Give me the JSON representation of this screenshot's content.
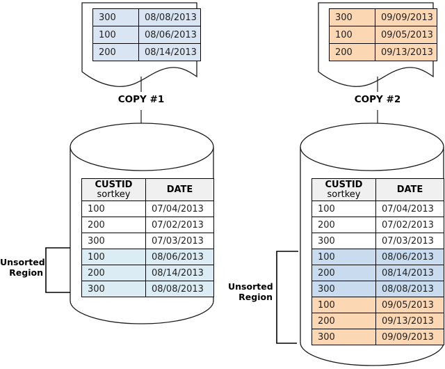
{
  "colors": {
    "border": "#000000",
    "header_bg": "#f0f0f0",
    "sorted": "#ffffff",
    "copy1": "#d9e5f2",
    "copy2": "#fbd7b4",
    "left_unsorted": "#dbecf4",
    "right_unsorted_prev": "#c9dbee",
    "right_unsorted_new": "#fbd7b4"
  },
  "copy1": {
    "label": "COPY #1",
    "rows": [
      {
        "custid": "300",
        "date": "08/08/2013",
        "region": "copy1"
      },
      {
        "custid": "100",
        "date": "08/06/2013",
        "region": "copy1"
      },
      {
        "custid": "200",
        "date": "08/14/2013",
        "region": "copy1"
      }
    ]
  },
  "copy2": {
    "label": "COPY #2",
    "rows": [
      {
        "custid": "300",
        "date": "09/09/2013",
        "region": "copy2"
      },
      {
        "custid": "100",
        "date": "09/05/2013",
        "region": "copy2"
      },
      {
        "custid": "200",
        "date": "09/13/2013",
        "region": "copy2"
      }
    ]
  },
  "left_cylinder": {
    "unsorted_label": "Unsorted Region",
    "header": {
      "col1_title": "CUSTID",
      "col1_subtitle": "sortkey",
      "col2_title": "DATE"
    },
    "rows": [
      {
        "custid": "100",
        "date": "07/04/2013",
        "region": "sorted"
      },
      {
        "custid": "200",
        "date": "07/02/2013",
        "region": "sorted"
      },
      {
        "custid": "300",
        "date": "07/03/2013",
        "region": "sorted"
      },
      {
        "custid": "100",
        "date": "08/06/2013",
        "region": "left_unsorted"
      },
      {
        "custid": "200",
        "date": "08/14/2013",
        "region": "left_unsorted"
      },
      {
        "custid": "300",
        "date": "08/08/2013",
        "region": "left_unsorted"
      }
    ]
  },
  "right_cylinder": {
    "unsorted_label": "Unsorted Region",
    "header": {
      "col1_title": "CUSTID",
      "col1_subtitle": "sortkey",
      "col2_title": "DATE"
    },
    "rows": [
      {
        "custid": "100",
        "date": "07/04/2013",
        "region": "sorted"
      },
      {
        "custid": "200",
        "date": "07/02/2013",
        "region": "sorted"
      },
      {
        "custid": "300",
        "date": "07/03/2013",
        "region": "sorted"
      },
      {
        "custid": "100",
        "date": "08/06/2013",
        "region": "right_unsorted_prev"
      },
      {
        "custid": "200",
        "date": "08/14/2013",
        "region": "right_unsorted_prev"
      },
      {
        "custid": "300",
        "date": "08/08/2013",
        "region": "right_unsorted_prev"
      },
      {
        "custid": "100",
        "date": "09/05/2013",
        "region": "right_unsorted_new"
      },
      {
        "custid": "200",
        "date": "09/13/2013",
        "region": "right_unsorted_new"
      },
      {
        "custid": "300",
        "date": "09/09/2013",
        "region": "right_unsorted_new"
      }
    ]
  }
}
